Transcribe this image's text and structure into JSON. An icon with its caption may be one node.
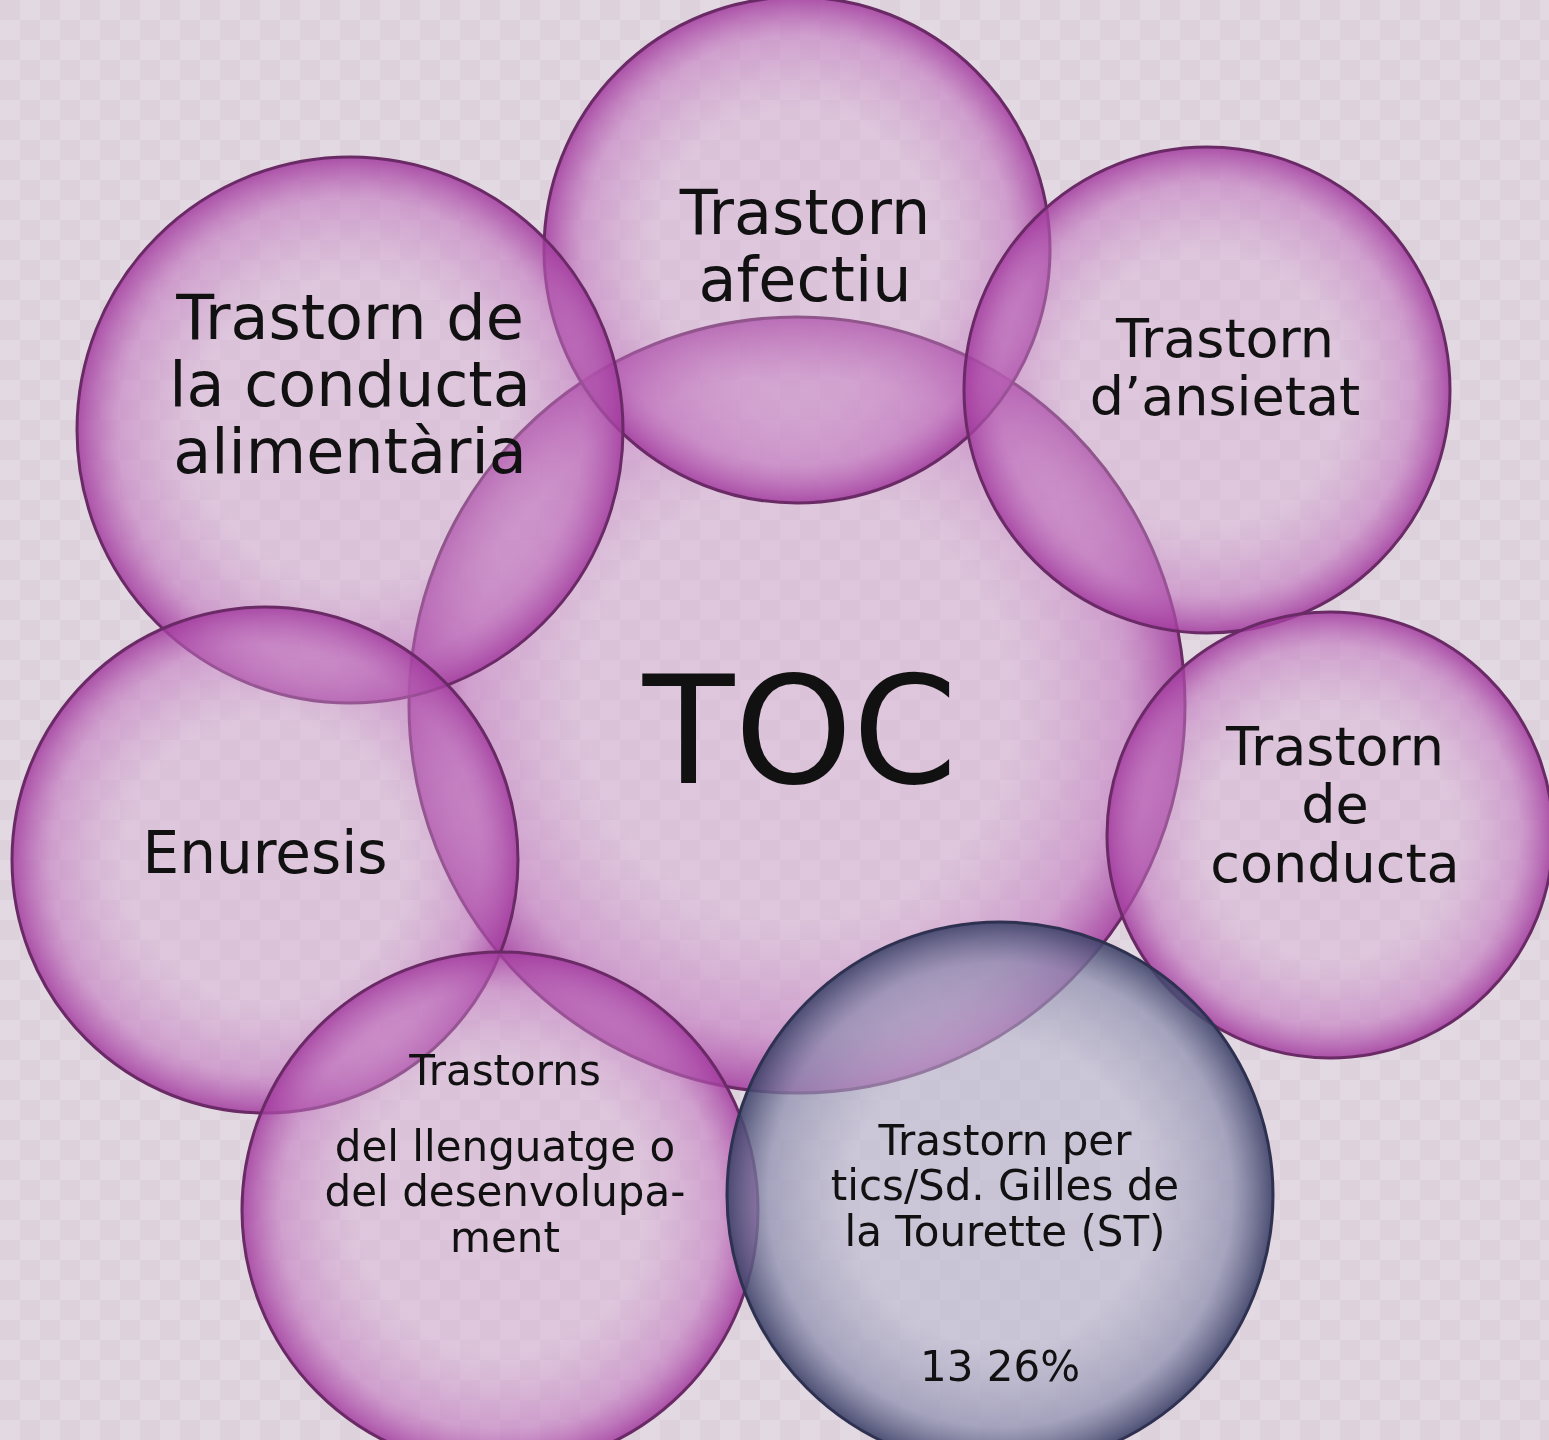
{
  "diagram": {
    "nodes": [
      {
        "text": [
          "TOC"
        ]
      },
      {
        "text": [
          "Trastorn afectiu"
        ]
      },
      {
        "text": [
          "Trastorn de la conducta alimentària"
        ]
      },
      {
        "text": [
          "Trastorn d’ansietat"
        ]
      },
      {
        "text": [
          "Trastorn de conducta"
        ]
      },
      {
        "text": [
          "Enuresis"
        ]
      },
      {
        "text": [
          "Trastorns",
          "del llenguatge o del desenvolupa- ment"
        ]
      },
      {
        "text": [
          "Trastorn per tics/Sd. Gilles de la Tourette (ST)",
          "13 26%"
        ]
      }
    ]
  }
}
